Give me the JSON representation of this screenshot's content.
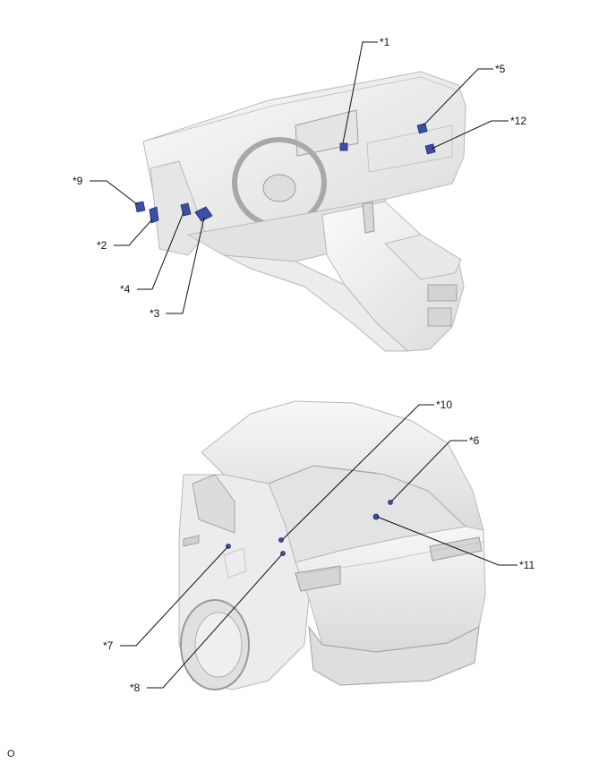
{
  "callouts": {
    "c1": "*1",
    "c2": "*2",
    "c3": "*3",
    "c4": "*4",
    "c5": "*5",
    "c6": "*6",
    "c7": "*7",
    "c8": "*8",
    "c9": "*9",
    "c10": "*10",
    "c11": "*11",
    "c12": "*12"
  },
  "footer": {
    "code": "O"
  },
  "colors": {
    "part_fill": "#3a4fa8",
    "part_stroke": "#1b2a6b",
    "body_fill": "#eeeeee",
    "line": "#111111"
  }
}
